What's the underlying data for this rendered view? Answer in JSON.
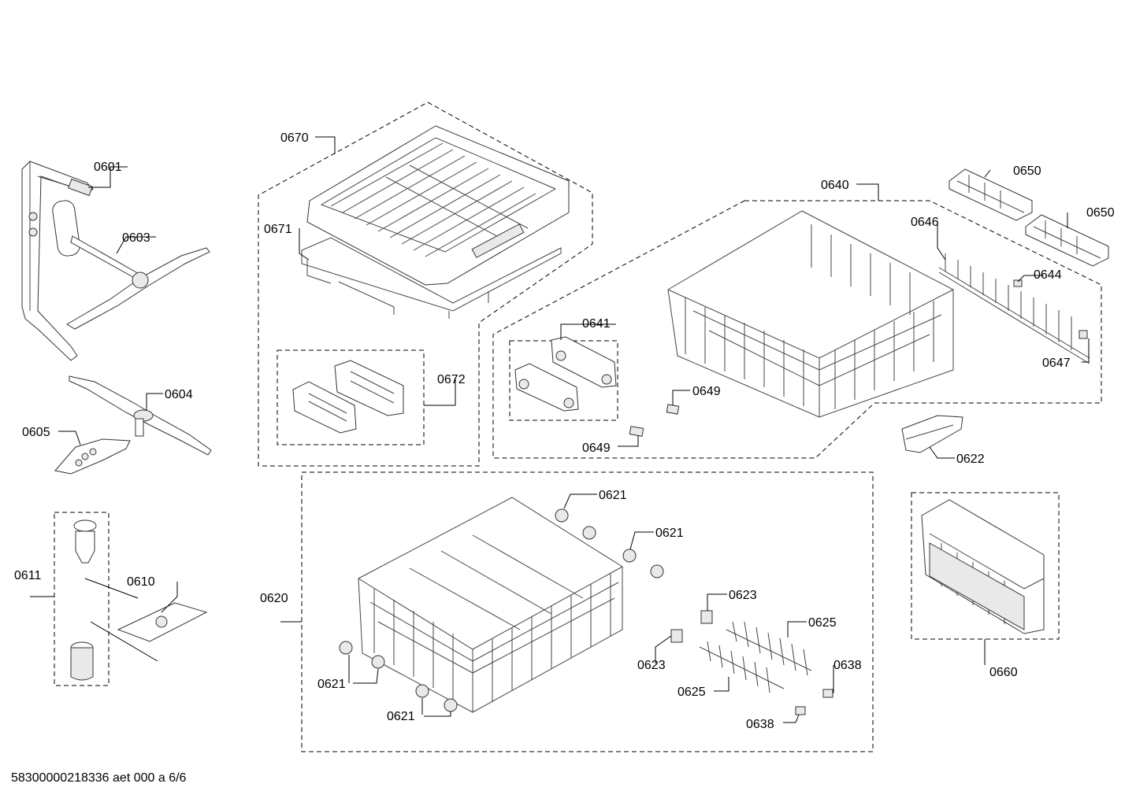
{
  "footer": {
    "text": "58300000218336 aet 000 a 6/6"
  },
  "labels": {
    "p0601": "0601",
    "p0603": "0603",
    "p0604": "0604",
    "p0605": "0605",
    "p0611": "0611",
    "p0610": "0610",
    "p0670": "0670",
    "p0671": "0671",
    "p0672": "0672",
    "p0641": "0641",
    "p0640": "0640",
    "p0646": "0646",
    "p0650a": "0650",
    "p0650b": "0650",
    "p0644": "0644",
    "p0647": "0647",
    "p0649a": "0649",
    "p0649b": "0649",
    "p0622": "0622",
    "p0620": "0620",
    "p0621a": "0621",
    "p0621b": "0621",
    "p0621c": "0621",
    "p0621d": "0621",
    "p0623a": "0623",
    "p0623b": "0623",
    "p0625a": "0625",
    "p0625b": "0625",
    "p0638a": "0638",
    "p0638b": "0638",
    "p0660": "0660"
  }
}
